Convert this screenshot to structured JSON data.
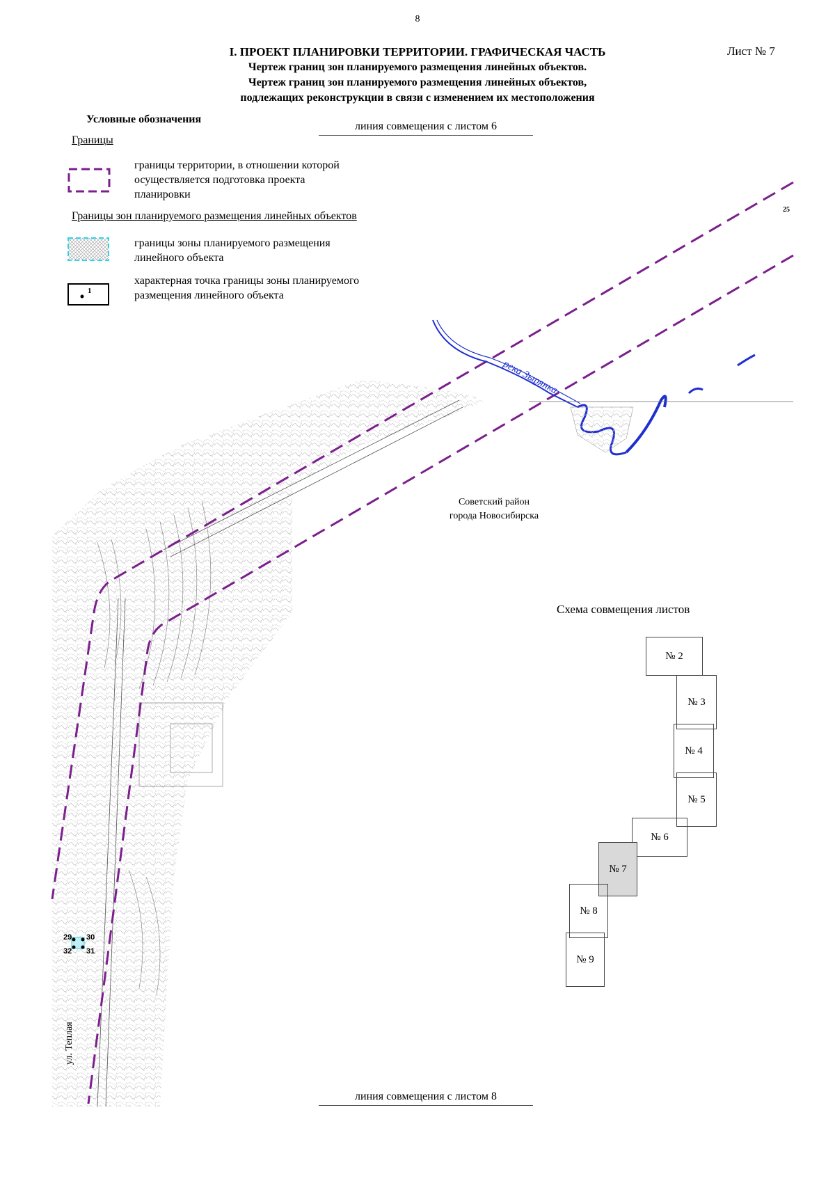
{
  "page_number": "8",
  "header": {
    "title": "I. ПРОЕКТ ПЛАНИРОВКИ ТЕРРИТОРИИ. ГРАФИЧЕСКАЯ ЧАСТЬ",
    "subtitle_1": "Чертеж границ зон планируемого размещения линейных объектов.",
    "subtitle_2": "Чертеж границ зон планируемого размещения линейных объектов,",
    "subtitle_3": "подлежащих реконструкции в связи с изменением их местоположения",
    "sheet_label": "Лист № 7"
  },
  "legend": {
    "title": "Условные обозначения",
    "section_1": "Границы",
    "item_territory": "границы территории, в отношении которой осуществляется подготовка проекта планировки",
    "section_2": "Границы зон планируемого размещения линейных объектов",
    "item_zone": "границы зоны планируемого размещения линейного объекта",
    "item_point": "характерная точка границы зоны планируемого размещения линейного объекта",
    "point_sample_label": "1",
    "colors": {
      "territory_boundary": "#7b1f8c",
      "zone_boundary": "#2fd4e6",
      "river": "#1f2fcf"
    }
  },
  "map": {
    "combine_top": "линия совмещения с листом 6",
    "combine_bottom": "линия совмещения с листом 8",
    "river_label": "река Зырянка",
    "street_label": "ул. Теплая",
    "district_line_1": "Советский район",
    "district_line_2": "города Новосибирска",
    "edge_fragment": "25",
    "points": [
      "29",
      "30",
      "32",
      "31"
    ]
  },
  "scheme": {
    "title": "Схема совмещения листов",
    "current_sheet": "№ 7",
    "sheets": [
      {
        "label": "№ 2"
      },
      {
        "label": "№ 3"
      },
      {
        "label": "№ 4"
      },
      {
        "label": "№ 5"
      },
      {
        "label": "№ 6"
      },
      {
        "label": "№ 7"
      },
      {
        "label": "№ 8"
      },
      {
        "label": "№ 9"
      }
    ]
  }
}
